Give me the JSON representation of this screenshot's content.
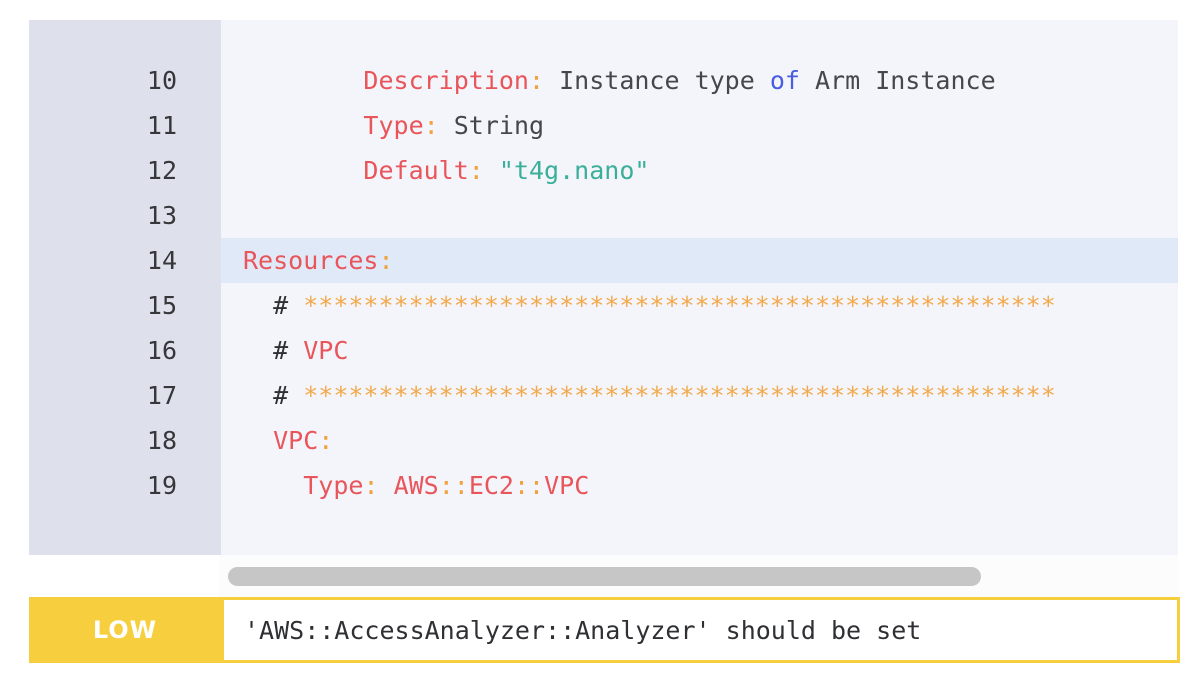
{
  "editor": {
    "language": "yaml",
    "highlighted_line": 14,
    "colors": {
      "gutter_bg": "#dee1eb",
      "code_bg": "#f4f5fa",
      "highlight_bg": "#e0e9f8",
      "key": "#e8555a",
      "punct": "#f0a23c",
      "string": "#3aaf9a",
      "keyword": "#4a5ce0",
      "plain": "#44474d",
      "comment_star": "#f2a94b",
      "severity_yellow": "#f7cf3e"
    },
    "lines": [
      {
        "number": "10",
        "highlighted": false,
        "tokens": [
          {
            "text": "        ",
            "type": "plain"
          },
          {
            "text": "Description",
            "type": "key"
          },
          {
            "text": ":",
            "type": "punct"
          },
          {
            "text": " Instance type ",
            "type": "plain"
          },
          {
            "text": "of",
            "type": "kw"
          },
          {
            "text": " Arm Instance",
            "type": "plain"
          }
        ]
      },
      {
        "number": "11",
        "highlighted": false,
        "tokens": [
          {
            "text": "        ",
            "type": "plain"
          },
          {
            "text": "Type",
            "type": "key"
          },
          {
            "text": ":",
            "type": "punct"
          },
          {
            "text": " String",
            "type": "plain"
          }
        ]
      },
      {
        "number": "12",
        "highlighted": false,
        "tokens": [
          {
            "text": "        ",
            "type": "plain"
          },
          {
            "text": "Default",
            "type": "key"
          },
          {
            "text": ":",
            "type": "punct"
          },
          {
            "text": " ",
            "type": "plain"
          },
          {
            "text": "\"t4g.nano\"",
            "type": "string"
          }
        ]
      },
      {
        "number": "13",
        "highlighted": false,
        "tokens": []
      },
      {
        "number": "14",
        "highlighted": true,
        "tokens": [
          {
            "text": "Resources",
            "type": "key"
          },
          {
            "text": ":",
            "type": "punct"
          }
        ]
      },
      {
        "number": "15",
        "highlighted": false,
        "tokens": [
          {
            "text": "  ",
            "type": "plain"
          },
          {
            "text": "#",
            "type": "hash"
          },
          {
            "text": " **************************************************",
            "type": "stars"
          }
        ]
      },
      {
        "number": "16",
        "highlighted": false,
        "tokens": [
          {
            "text": "  ",
            "type": "plain"
          },
          {
            "text": "#",
            "type": "hash"
          },
          {
            "text": " ",
            "type": "plain"
          },
          {
            "text": "VPC",
            "type": "comment"
          }
        ]
      },
      {
        "number": "17",
        "highlighted": false,
        "tokens": [
          {
            "text": "  ",
            "type": "plain"
          },
          {
            "text": "#",
            "type": "hash"
          },
          {
            "text": " **************************************************",
            "type": "stars"
          }
        ]
      },
      {
        "number": "18",
        "highlighted": false,
        "tokens": [
          {
            "text": "  ",
            "type": "plain"
          },
          {
            "text": "VPC",
            "type": "key"
          },
          {
            "text": ":",
            "type": "punct"
          }
        ]
      },
      {
        "number": "19",
        "highlighted": false,
        "tokens": [
          {
            "text": "    ",
            "type": "plain"
          },
          {
            "text": "Type",
            "type": "key"
          },
          {
            "text": ":",
            "type": "punct"
          },
          {
            "text": " ",
            "type": "plain"
          },
          {
            "text": "AWS",
            "type": "type"
          },
          {
            "text": "::",
            "type": "punct"
          },
          {
            "text": "EC2",
            "type": "type"
          },
          {
            "text": "::",
            "type": "punct"
          },
          {
            "text": "VPC",
            "type": "type"
          }
        ]
      }
    ]
  },
  "scrollbar": {
    "orientation": "horizontal",
    "thumb_fraction": 0.8
  },
  "finding": {
    "severity_label": "LOW",
    "message": "'AWS::AccessAnalyzer::Analyzer' should be set"
  }
}
